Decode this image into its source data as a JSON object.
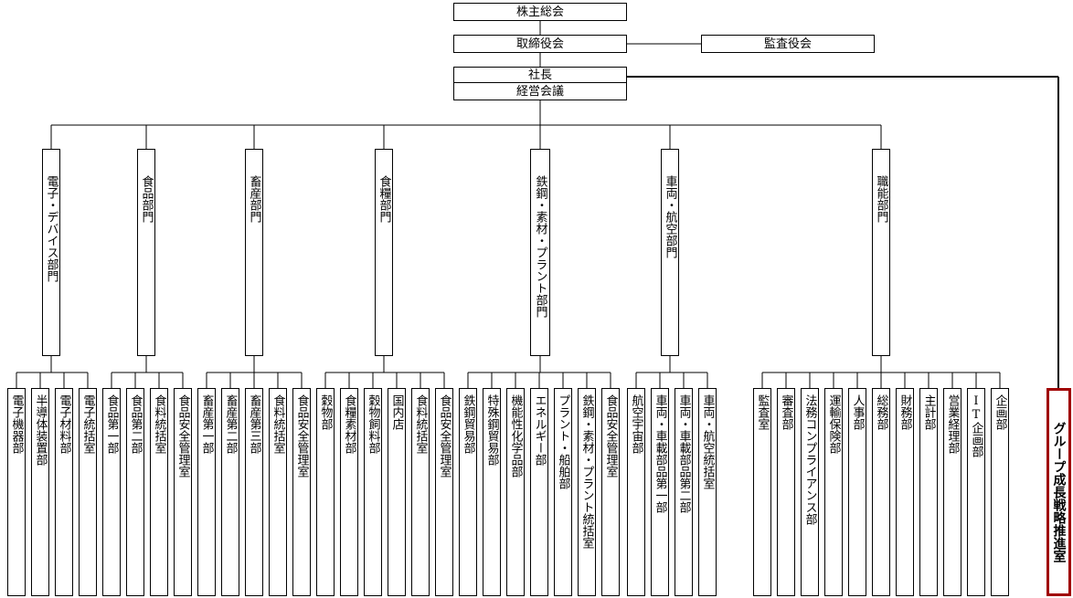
{
  "top": {
    "shareholders": "株主総会",
    "board": "取締役会",
    "auditors": "監査役会",
    "president": "社長",
    "management_meeting": "経営会議"
  },
  "group_strategy": "グループ成長戦略推進室",
  "departments": [
    {
      "name": "電子・デバイス部門",
      "subs": [
        "電子機器部",
        "半導体装置部",
        "電子材料部",
        "電子統括室"
      ]
    },
    {
      "name": "食品部門",
      "subs": [
        "食品第一部",
        "食品第二部",
        "食料統括室",
        "食品安全管理室"
      ]
    },
    {
      "name": "畜産部門",
      "subs": [
        "畜産第一部",
        "畜産第二部",
        "畜産第三部",
        "食料統括室",
        "食品安全管理室"
      ]
    },
    {
      "name": "食糧部門",
      "subs": [
        "穀物部",
        "食糧素材部",
        "穀物飼料部",
        "国内店",
        "食料統括室",
        "食品安全管理室"
      ]
    },
    {
      "name": "鉄鋼・素材・プラント部門",
      "subs": [
        "鉄鋼貿易部",
        "特殊鋼貿易部",
        "機能性化学品部",
        "エネルギー部",
        "プラント・船舶部",
        "鉄鋼・素材・プラント統括室",
        "食品安全管理室"
      ]
    },
    {
      "name": "車両・航空部門",
      "subs": [
        "航空宇宙部",
        "車両・車載部品第一部",
        "車両・車載部品第二部",
        "車両・航空統括室"
      ]
    },
    {
      "name": "職能部門",
      "subs": [
        "監査室",
        "審査部",
        "法務コンプライアンス部",
        "運輸保険部",
        "人事部",
        "総務部",
        "財務部",
        "主計部",
        "営業経理部",
        "IT企画部",
        "企画部"
      ]
    }
  ]
}
